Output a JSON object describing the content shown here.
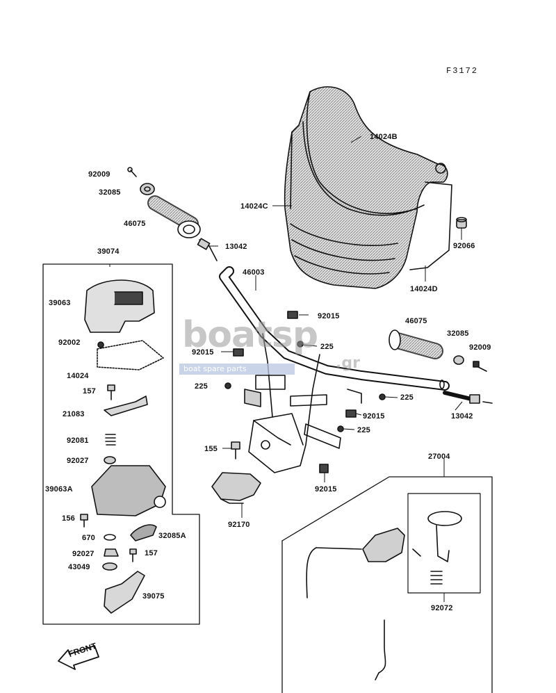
{
  "figure_code": "F3172",
  "front_label": "FRONT",
  "watermark": {
    "brand_a": "boat",
    "brand_b": "sp",
    "sub": "boat spare parts",
    "tld": ".gr"
  },
  "labels": {
    "l_14024B": "14024B",
    "l_14024C": "14024C",
    "l_14024D": "14024D",
    "l_92066": "92066",
    "l_92009a": "92009",
    "l_32085a": "32085",
    "l_46075a": "46075",
    "l_13042a": "13042",
    "l_39074": "39074",
    "l_46003": "46003",
    "l_39063": "39063",
    "l_92015a": "92015",
    "l_92002": "92002",
    "l_225a": "225",
    "l_92015b": "92015",
    "l_14024": "14024",
    "l_46075b": "46075",
    "l_32085b": "32085",
    "l_92009b": "92009",
    "l_225b": "225",
    "l_157a": "157",
    "l_225c": "225",
    "l_21083": "21083",
    "l_92015c": "92015",
    "l_13042b": "13042",
    "l_225d": "225",
    "l_92081": "92081",
    "l_155": "155",
    "l_92027a": "92027",
    "l_27004": "27004",
    "l_39063A": "39063A",
    "l_92015d": "92015",
    "l_92170": "92170",
    "l_156": "156",
    "l_670": "670",
    "l_32085A": "32085A",
    "l_92027b": "92027",
    "l_157b": "157",
    "l_43049": "43049",
    "l_39075": "39075",
    "l_92072": "92072"
  },
  "colors": {
    "ink": "#111111",
    "shade": "#8a8a8a",
    "light": "#d8d8d8",
    "watermark": "#9a9a9a",
    "watermark_band": "#b9c6e2"
  }
}
